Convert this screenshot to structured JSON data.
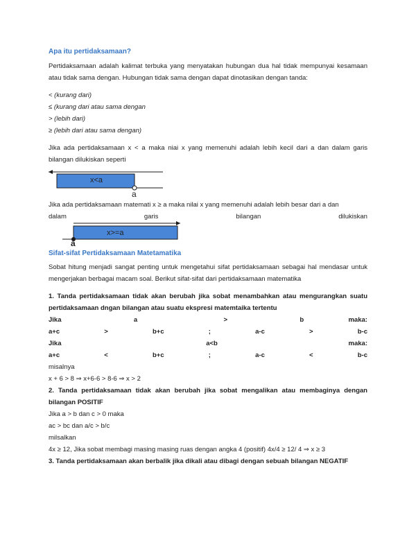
{
  "title": "Apa itu pertidaksamaan?",
  "intro1": "Pertidaksamaan adalah kalimat terbuka yang menyatakan hubungan dua hal tidak mempunyai kesamaan atau tidak sama dengan. Hubungan tidak sama dengan dapat dinotasikan dengan tanda:",
  "signs": [
    "< (kurang dari)",
    "≤ (kurang dari atau sama dengan",
    "> (lebih dari)",
    "≥ (lebih dari atau sama dengan)"
  ],
  "p1": "Jika ada pertidaksamaan x < a maka niai x yang memenuhi adalah lebih kecil dari a dan dalam garis bilangan dilukiskan seperti",
  "nl1": {
    "label": "x<a",
    "point": "a"
  },
  "p2_words": [
    "Jika ada pertidaksamaan matemati x ≥ a maka nilai x yang memenuhi adalah lebih besar dari a dan"
  ],
  "p2_line2": [
    "dalam",
    "garis",
    "bilangan",
    "dilukiskan"
  ],
  "nl2": {
    "label": "x>=a",
    "point": "a"
  },
  "h2": "Sifat-sifat Pertidaksamaan Matetamatika",
  "p3": "Sobat hitung menjadi sangat penting untuk mengetahui sifat pertidaksamaan sebagai hal mendasar untuk mengerjakan berbagai macam soal. Berikut sifat-sifat dari pertidaksamaan matematika",
  "r1_title": "1. Tanda pertidaksamaan tidak akan berubah jika sobat menambahkan atau  mengurangkan suatu pertidaksamaan dngan bilangan atau suatu ekspresi matemtaika tertentu",
  "r1_rows": [
    [
      "Jika",
      "a",
      ">",
      "b",
      "maka:"
    ],
    [
      "a+c",
      ">",
      "b+c",
      ";",
      "a-c",
      ">",
      "b-c"
    ],
    [
      "Jika",
      "a<b",
      "maka:"
    ],
    [
      "a+c",
      "<",
      "b+c",
      ";",
      "a-c",
      "<",
      "b-c"
    ]
  ],
  "r1_ex_label": "misalnya",
  "r1_ex": "x + 6 > 8 ⇒ x+6-6 > 8-6 ⇒ x > 2",
  "r2_title": "2. Tanda pertidaksamaan tidak akan berubah jika sobat mengalikan atau membaginya dengan bilangan POSITIF",
  "r2_l1": "Jika a > b dan c > 0 maka",
  "r2_l2": "ac > bc dan a/c > b/c",
  "r2_ex_label": "milsalkan",
  "r2_ex": "4x ≥ 12, Jika sobat membagi masing masing ruas dengan angka 4 (positif) 4x/4 ≥ 12/ 4 ⇒ x  ≥ 3",
  "r3_title": "3. Tanda pertidaksamaan akan berbalik jika dikali atau dibagi dengan sebuah bilangan NEGATIF",
  "colors": {
    "heading": "#3a78c6",
    "bar": "#4a86d8"
  }
}
